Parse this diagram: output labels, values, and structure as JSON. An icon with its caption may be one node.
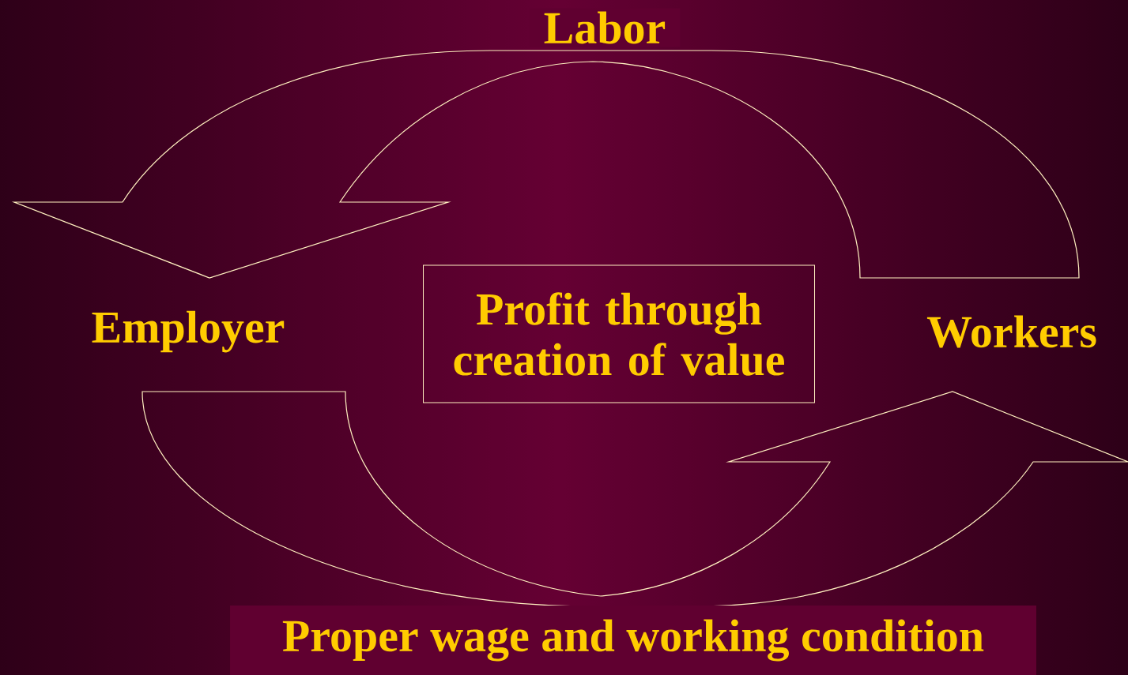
{
  "diagram": {
    "nodes": [
      {
        "text": [
          "Employer"
        ]
      },
      {
        "text": [
          "Workers"
        ]
      },
      {
        "text": [
          "Profit through creation of value"
        ]
      }
    ],
    "edges": [
      {
        "from": 1,
        "to": 0,
        "arrow": "to",
        "label": "Labor"
      },
      {
        "from": 0,
        "to": 1,
        "arrow": "to",
        "label": "Proper wage and working condition"
      }
    ]
  }
}
